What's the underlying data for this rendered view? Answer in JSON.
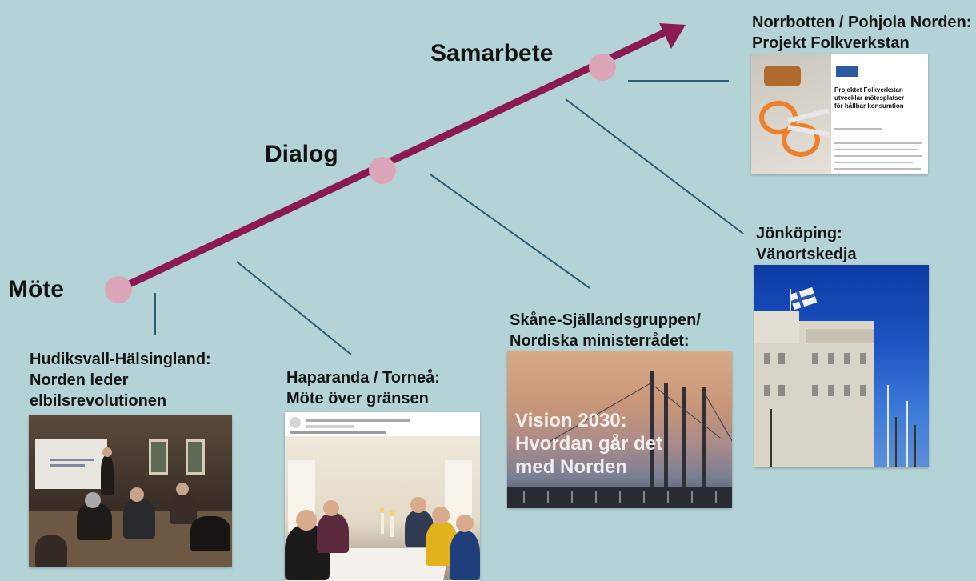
{
  "colors": {
    "background": "#b4d3d6",
    "arrow": "#8c1a52",
    "node": "#dba6b8",
    "connector": "#2b5c71"
  },
  "stages": {
    "mote": "Möte",
    "dialog": "Dialog",
    "samarbete": "Samarbete"
  },
  "examples": {
    "hudiksvall": {
      "line1": "Hudiksvall-Hälsingland:",
      "line2": "Norden leder",
      "line3": "elbilsrevolutionen"
    },
    "haparanda": {
      "line1": "Haparanda / Torneå:",
      "line2": "Möte över gränsen"
    },
    "skane": {
      "line1": "Skåne-Själlandsgruppen/",
      "line2": "Nordiska ministerrådet:",
      "image_text_line1": "Vision 2030:",
      "image_text_line2": "Hvordan går det",
      "image_text_line3": "med Norden"
    },
    "norrbotten": {
      "line1": "Norrbotten / Pohjola Norden:",
      "line2": "Projekt Folkverkstan",
      "article_headline_line1": "Projektet Folkverkstan",
      "article_headline_line2": "utvecklar mötesplatser",
      "article_headline_line3": "för hållbar konsumtion"
    },
    "jonkoping": {
      "line1": "Jönköping:",
      "line2": "Vänortskedja"
    }
  }
}
